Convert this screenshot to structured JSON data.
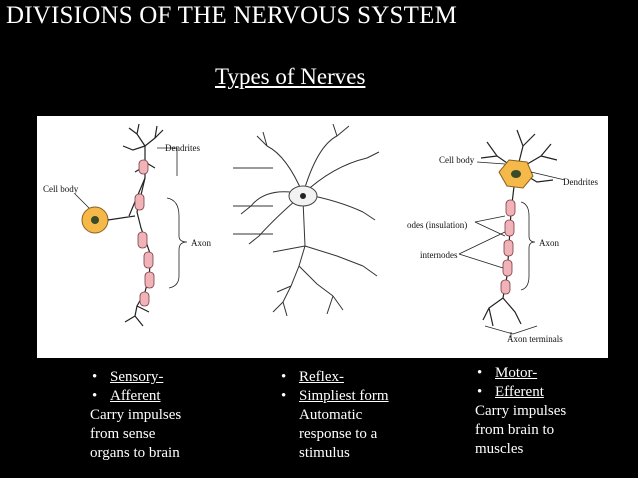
{
  "slide": {
    "title": "DIVISIONS OF THE NERVOUS SYSTEM",
    "subtitle": "Types of Nerves"
  },
  "diagram": {
    "sensory_labels": {
      "dendrites": "Dendrites",
      "cell_body": "Cell body",
      "axon": "Axon"
    },
    "motor_labels": {
      "cell_body": "Cell body",
      "dendrites": "Dendrites",
      "nodes": "odes (insulation)",
      "internodes": "internodes",
      "axon": "Axon",
      "axon_terminals": "Axon terminals"
    },
    "colors": {
      "cell_body_sensory": "#f5b94a",
      "myelin": "#f0b4b8",
      "cell_body_motor": "#f5b94a"
    }
  },
  "columns": [
    {
      "bullets": [
        "Sensory-",
        "Afferent"
      ],
      "text": [
        "Carry impulses",
        "from sense",
        "organs to brain"
      ]
    },
    {
      "bullets": [
        "Reflex-",
        "Simpliest form"
      ],
      "text": [
        "Automatic",
        "response to a",
        "stimulus"
      ]
    },
    {
      "bullets": [
        "Motor-",
        "Efferent"
      ],
      "text": [
        "Carry impulses",
        "from brain to",
        "muscles"
      ]
    }
  ]
}
